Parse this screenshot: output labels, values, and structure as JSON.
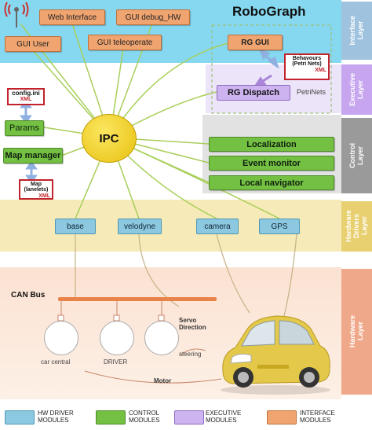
{
  "title": "RoboGraph",
  "layers": {
    "interface": "Interface\nLayer",
    "executive": "Executive\nLayer",
    "control": "Control\nLayer",
    "drivers": "Hardware\nDrivers\nLayer",
    "hardware": "Hardware\nLayer"
  },
  "interface_modules": [
    "Web Interface",
    "GUI debug_HW",
    "GUI User",
    "GUI teleoperate"
  ],
  "rg_gui": "RG GUI",
  "rg_dispatch": "RG Dispatch",
  "behaviours": {
    "line1": "Behavours",
    "line2": "(Petri Nets)",
    "xml": "XML"
  },
  "petrinets": "PetriNets",
  "ipc": "IPC",
  "config": {
    "name": "config.ini",
    "xml": "XML"
  },
  "params": "Params",
  "map_manager": "Map manager",
  "map_card": {
    "line1": "Map",
    "line2": "(lanelets)",
    "xml": "XML"
  },
  "control_modules": [
    "Localization",
    "Event monitor",
    "Local navigator"
  ],
  "drivers": [
    "base",
    "velodyne",
    "camera",
    "GPS"
  ],
  "hardware": {
    "can_bus": "CAN Bus",
    "servo": "Servo\nDirection",
    "steering": "steering",
    "car_central": "car central",
    "driver": "DRIVER",
    "motor": "Motor"
  },
  "legend": [
    {
      "label": "HW DRIVER\nMODULES",
      "color": "#8cc9e0"
    },
    {
      "label": "CONTROL\nMODULES",
      "color": "#74c042"
    },
    {
      "label": "EXECUTIVE\nMODULES",
      "color": "#cdb3f0"
    },
    {
      "label": "INTERFACE\nMODULES",
      "color": "#f0a470"
    }
  ],
  "colors": {
    "interface_band": "#86d8f0",
    "executive_band": "#ece4f8",
    "control_band": "#e2e2e2",
    "driver_band": "#f6eab8",
    "hardware_band": "#fbe2d2",
    "ipc": "#f4d020",
    "link": "#a8cf5a"
  }
}
